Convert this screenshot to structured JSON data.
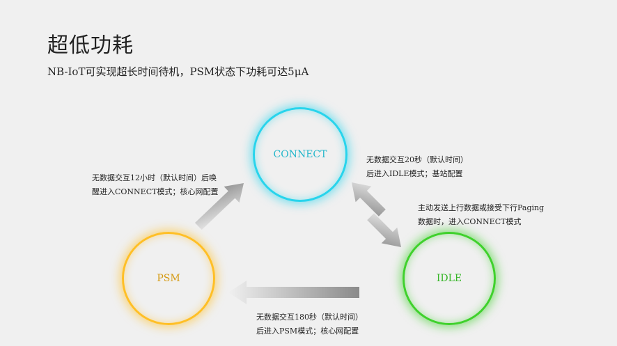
{
  "title": "超低功耗",
  "subtitle": "NB-IoT可实现超长时间待机，PSM状态下功耗可达5μA",
  "nodes": {
    "connect": "CONNECT",
    "psm": "PSM",
    "idle": "IDLE"
  },
  "notes": {
    "psm_to_connect": [
      "无数据交互12小时（默认时间）后唤",
      "醒进入CONNECT模式；核心网配置"
    ],
    "connect_to_idle": [
      "无数据交互20秒（默认时间）",
      "后进入IDLE模式；基站配置"
    ],
    "idle_to_connect": [
      "主动发送上行数据或接受下行Paging",
      "数据时，进入CONNECT模式"
    ],
    "idle_to_psm": [
      "无数据交互180秒（默认时间）",
      "后进入PSM模式；核心网配置"
    ]
  },
  "colors": {
    "connect": "#28d4ec",
    "psm": "#ffbf26",
    "idle": "#3fd12c",
    "arrow": "#8a8a8a"
  }
}
